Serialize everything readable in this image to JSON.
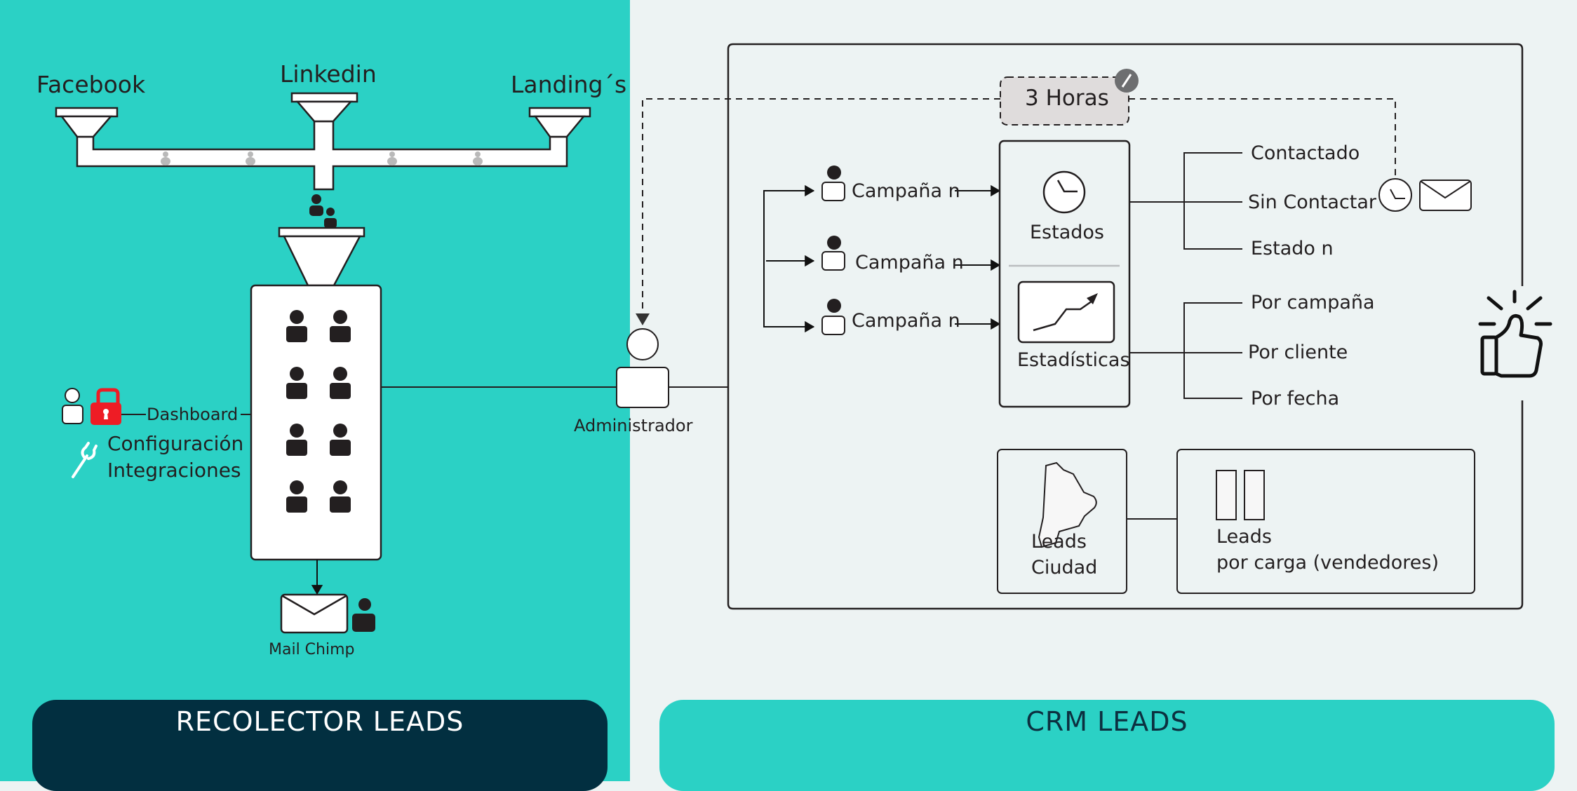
{
  "colors": {
    "recolector_bg": "#2bd1c5",
    "crm_bg": "#edf3f3",
    "banner_dark": "#022f40",
    "lock_red": "#ee1c25",
    "timer_box": "#dfdcdc",
    "ink": "#231f20"
  },
  "sources": [
    {
      "label": "Facebook",
      "icon": "funnel-icon"
    },
    {
      "label": "Linkedin",
      "icon": "funnel-icon"
    },
    {
      "label": "Landing´s",
      "icon": "funnel-icon"
    }
  ],
  "recolector": {
    "dashboard_label": "Dashboard",
    "config_label": "Configuración",
    "integrations_label": "Integraciones",
    "mail_label": "Mail Chimp",
    "leads_icon_count": 8
  },
  "admin": {
    "label": "Administrador"
  },
  "timer": {
    "label": "3 Horas",
    "badge_icon": "edit-slash-icon"
  },
  "campaigns": [
    {
      "label": "Campaña n"
    },
    {
      "label": "Campaña n"
    },
    {
      "label": "Campaña n"
    }
  ],
  "estados": {
    "title": "Estados",
    "items": [
      "Contactado",
      "Sin Contactar",
      "Estado n"
    ]
  },
  "estadisticas": {
    "title": "Estadísticas",
    "items": [
      "Por campaña",
      "Por cliente",
      "Por fecha"
    ]
  },
  "leads_ciudad": {
    "line1": "Leads",
    "line2": "Ciudad"
  },
  "leads_carga": {
    "line1": "Leads",
    "line2": "por carga (vendedores)"
  },
  "banners": {
    "left": "RECOLECTOR LEADS",
    "right": "CRM LEADS"
  }
}
